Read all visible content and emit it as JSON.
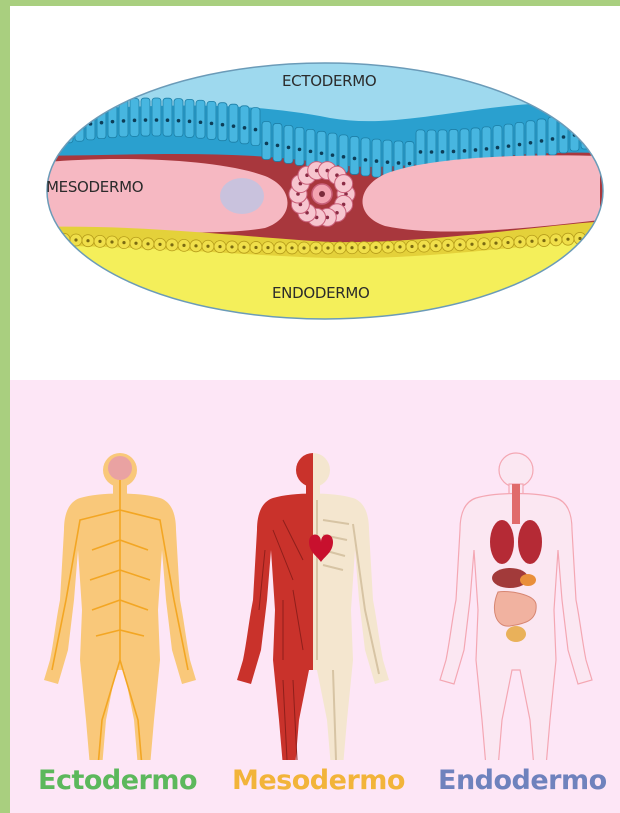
{
  "diagram": {
    "layers": {
      "ectoderm": "ECTODERMO",
      "mesoderm": "MESODERMO",
      "endoderm": "ENDODERMO"
    }
  },
  "figures": [
    {
      "label": "Ectodermo",
      "color": "#5cb85c"
    },
    {
      "label": "Mesodermo",
      "color": "#f2b43a"
    },
    {
      "label": "Endodermo",
      "color": "#6f82bd"
    }
  ],
  "colors": {
    "border": "#a9cf7f",
    "panel_bottom": "#fde6f6",
    "ectoderm_layer": "#9ed9ee",
    "ectoderm_cells": "#2aa0cf",
    "mesoderm_layer": "#f6b8c2",
    "tissue_dark": "#a8373d",
    "endoderm_layer": "#f4ef5a",
    "nervous_system": "#f7bf5b",
    "muscle": "#c9322b",
    "organs": "#b52a35"
  }
}
